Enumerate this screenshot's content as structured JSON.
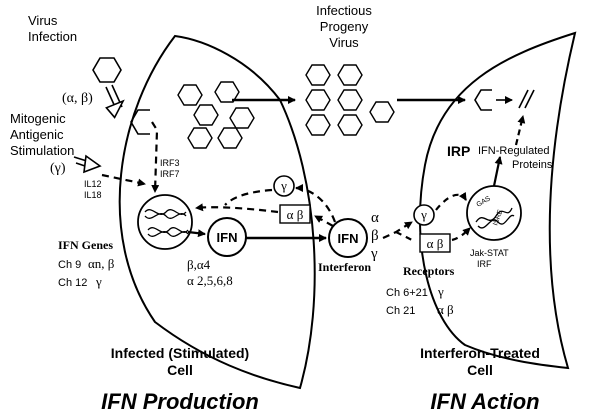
{
  "labels": {
    "virus_infection": [
      "Virus",
      "Infection"
    ],
    "alpha_beta_induction": "(α, β)",
    "mitogenic": [
      "Mitogenic",
      "Antigenic",
      "Stimulation"
    ],
    "gamma_induction": "(γ)",
    "il12": "IL12",
    "il18": "IL18",
    "irf3": "IRF3",
    "irf7": "IRF7",
    "infectious_progeny": [
      "Infectious",
      "Progeny",
      "Virus"
    ],
    "ifn_genes": "IFN Genes",
    "ch9_label": "Ch 9",
    "ch9_genes": "αn, β",
    "ch12_label": "Ch 12",
    "ch12_genes": "γ",
    "ifn_left": "IFN",
    "ifn_right": "IFN",
    "subtypes_1": "β,α4",
    "subtypes_2": "α 2,5,6,8",
    "interferon": "Interferon",
    "ifn_types": [
      "α",
      "β",
      "γ"
    ],
    "receptor_gamma_left": "γ",
    "receptor_ab_left": "α β",
    "receptor_gamma_right": "γ",
    "receptor_ab_right": "α β",
    "receptors": "Receptors",
    "ch621_label": "Ch 6+21",
    "ch621_gene": "γ",
    "ch21_label": "Ch 21",
    "ch21_gene": "α β",
    "gas": "GAS",
    "isre": "ISRE",
    "jak_stat": "Jak-STAT",
    "irf": "IRF",
    "irp": "IRP",
    "ifn_regulated": [
      "IFN-Regulated",
      "Proteins"
    ],
    "infected_cell": [
      "Infected (Stimulated)",
      "Cell"
    ],
    "treated_cell": [
      "Interferon-Treated",
      "Cell"
    ],
    "ifn_production": "IFN Production",
    "ifn_action": "IFN Action"
  }
}
